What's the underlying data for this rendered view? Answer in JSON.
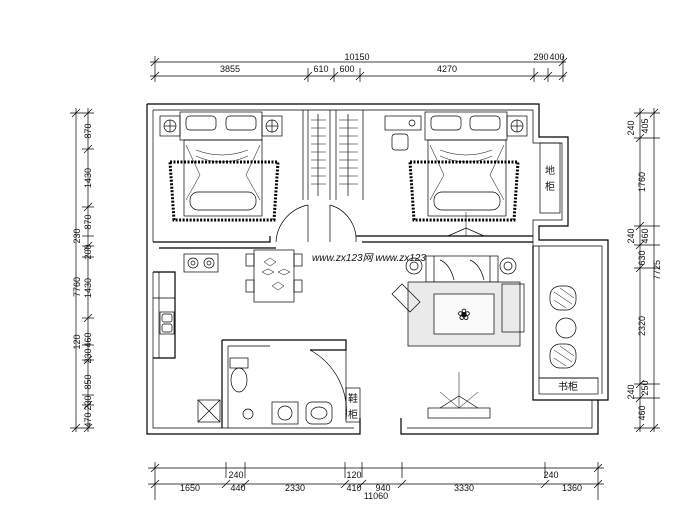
{
  "dimensions": {
    "top_total": "10150",
    "top": [
      "3855",
      "610",
      "600",
      "4270",
      "290",
      "400"
    ],
    "bottom_total": "11060",
    "bottom_upper": [
      "240",
      "120",
      "240"
    ],
    "bottom": [
      "1650",
      "440",
      "2330",
      "410",
      "940",
      "3330",
      "1360"
    ],
    "left_total": "7760",
    "left": [
      "870",
      "1430",
      "870",
      "230",
      "200",
      "1430",
      "120",
      "460",
      "230",
      "850",
      "230",
      "470"
    ],
    "right_total": "7725",
    "right": [
      "240",
      "405",
      "1760",
      "240",
      "460",
      "630",
      "2320",
      "240",
      "250",
      "460"
    ]
  },
  "labels": {
    "floor_cabinet": "地柜",
    "book_cabinet": "书柜",
    "shoe_cabinet": "鞋柜"
  },
  "watermark": "www.zx123网  www.zx123"
}
